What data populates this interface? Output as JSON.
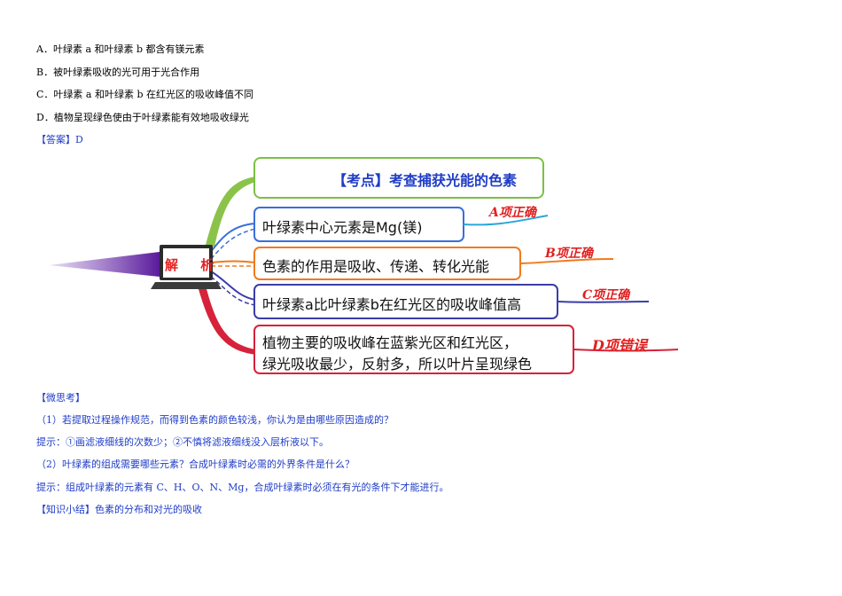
{
  "options": [
    "A．叶绿素 a 和叶绿素 b 都含有镁元素",
    "B．被叶绿素吸收的光可用于光合作用",
    "C．叶绿素 a 和叶绿素 b 在红光区的吸收峰值不同",
    "D．植物呈现绿色使由于叶绿素能有效地吸收绿光"
  ],
  "answer": "【答案】D",
  "mindmap": {
    "center_label": "解 析",
    "topic": "【考点】考查捕获光能的色素",
    "boxes": [
      "叶绿素中心元素是Mg(镁)",
      "色素的作用是吸收、传递、转化光能",
      "叶绿素a比叶绿素b在红光区的吸收峰值高",
      "植物主要的吸收峰在蓝紫光区和红光区，",
      "绿光吸收最少，反射多，所以叶片呈现绿色"
    ],
    "tags": [
      "A项正确",
      "B项正确",
      "C项正确",
      "D项错误"
    ],
    "colors": {
      "topic_border": "#7ac143",
      "box1": "#3a6fd8",
      "box2": "#f07a1e",
      "box3": "#3c3caa",
      "box4": "#d6223a",
      "tag": "#e02020"
    }
  },
  "thinking": {
    "heading": "【微思考】",
    "q1": "（1）若提取过程操作规范，而得到色素的颜色较浅，你认为是由哪些原因造成的？",
    "a1": "提示：①画滤液细线的次数少；②不慎将滤液细线没入层析液以下。",
    "q2": "（2）叶绿素的组成需要哪些元素？合成叶绿素时必需的外界条件是什么？",
    "a2": "提示：组成叶绿素的元素有 C、H、O、N、Mg，合成叶绿素时必须在有光的条件下才能进行。"
  },
  "summary": "【知识小结】色素的分布和对光的吸收"
}
